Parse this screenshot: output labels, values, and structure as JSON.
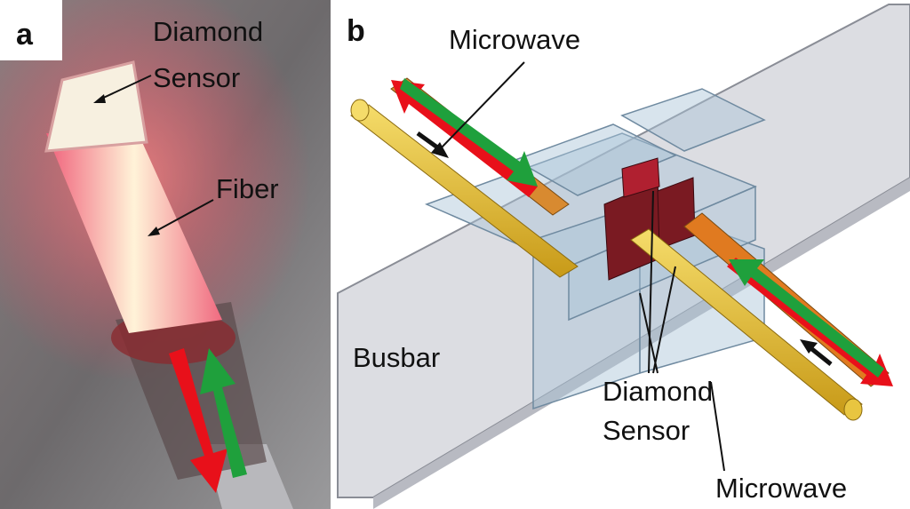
{
  "panel_a": {
    "label": "a",
    "diamond_label_line1": "Diamond",
    "diamond_label_line2": "Sensor",
    "fiber_label": "Fiber"
  },
  "panel_b": {
    "label": "b",
    "microwave_top": "Microwave",
    "busbar": "Busbar",
    "diamond_label_line1": "Diamond",
    "diamond_label_line2": "Sensor",
    "microwave_bottom": "Microwave"
  },
  "colors": {
    "red_arrow": "#e8101a",
    "green_arrow": "#1fa03c",
    "rod": "#e7c132",
    "holder": "#7a1a22"
  }
}
